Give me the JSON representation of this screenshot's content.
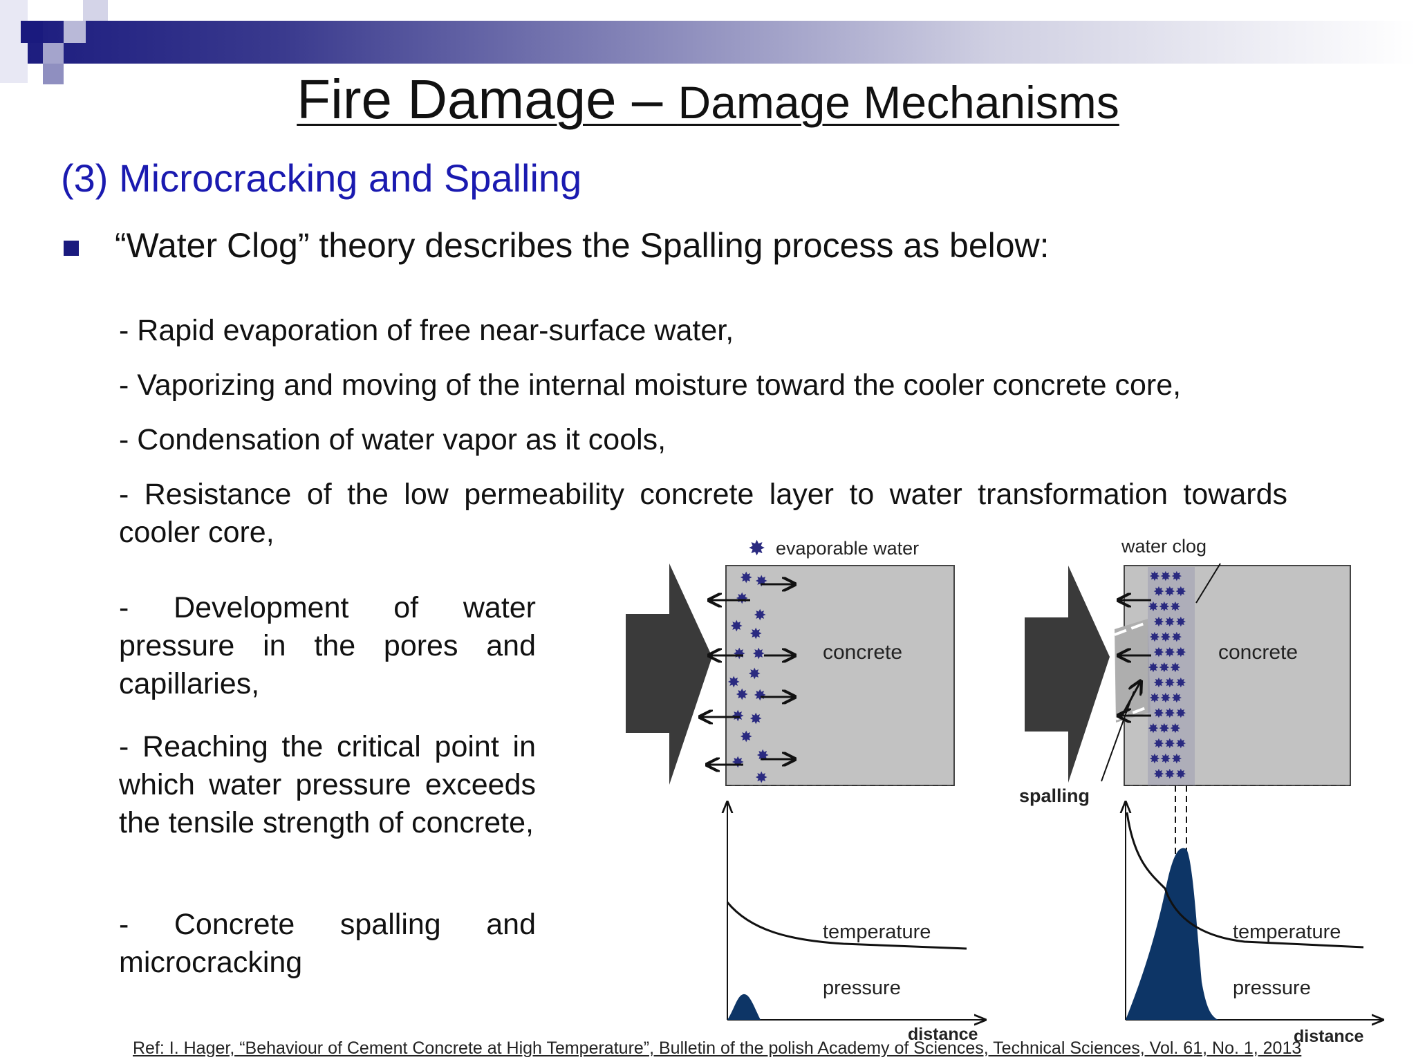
{
  "slide": {
    "title_main": "Fire Damage – ",
    "title_sub": "Damage Mechanisms",
    "subtitle": "(3) Microcracking and Spalling",
    "bullet": "“Water Clog” theory describes the Spalling process as below:",
    "items": [
      "- Rapid evaporation of free near-surface water,",
      "- Vaporizing and moving of the internal moisture toward the cooler concrete core,",
      "- Condensation of water vapor as it cools,",
      "- Resistance of the low permeability concrete layer to water transformation towards cooler core,",
      "- Development of water pressure in the pores and capillaries,",
      "- Reaching the critical point in which water pressure exceeds the tensile strength of concrete,",
      "- Concrete spalling and microcracking"
    ],
    "reference": "Ref: I. Hager, “Behaviour of Cement Concrete at High Temperature”, Bulletin of the polish Academy of Sciences, Technical Sciences, Vol. 61, No. 1, 2013",
    "accent_color": "#1a1a7e",
    "subtitle_color": "#1a1ab0"
  },
  "figure": {
    "left_panel": {
      "legend": "evaporable water",
      "block_label": "concrete",
      "curve_temperature": "temperature",
      "curve_pressure": "pressure",
      "axis_label": "distance"
    },
    "right_panel": {
      "legend": "water clog",
      "block_label": "concrete",
      "spalling_label": "spalling",
      "curve_temperature": "temperature",
      "curve_pressure": "pressure",
      "axis_label": "distance"
    },
    "colors": {
      "concrete": "#c2c2c2",
      "heat_arrow": "#3a3a3a",
      "pressure_fill": "#0d3566",
      "star": "#2a2a80"
    }
  }
}
